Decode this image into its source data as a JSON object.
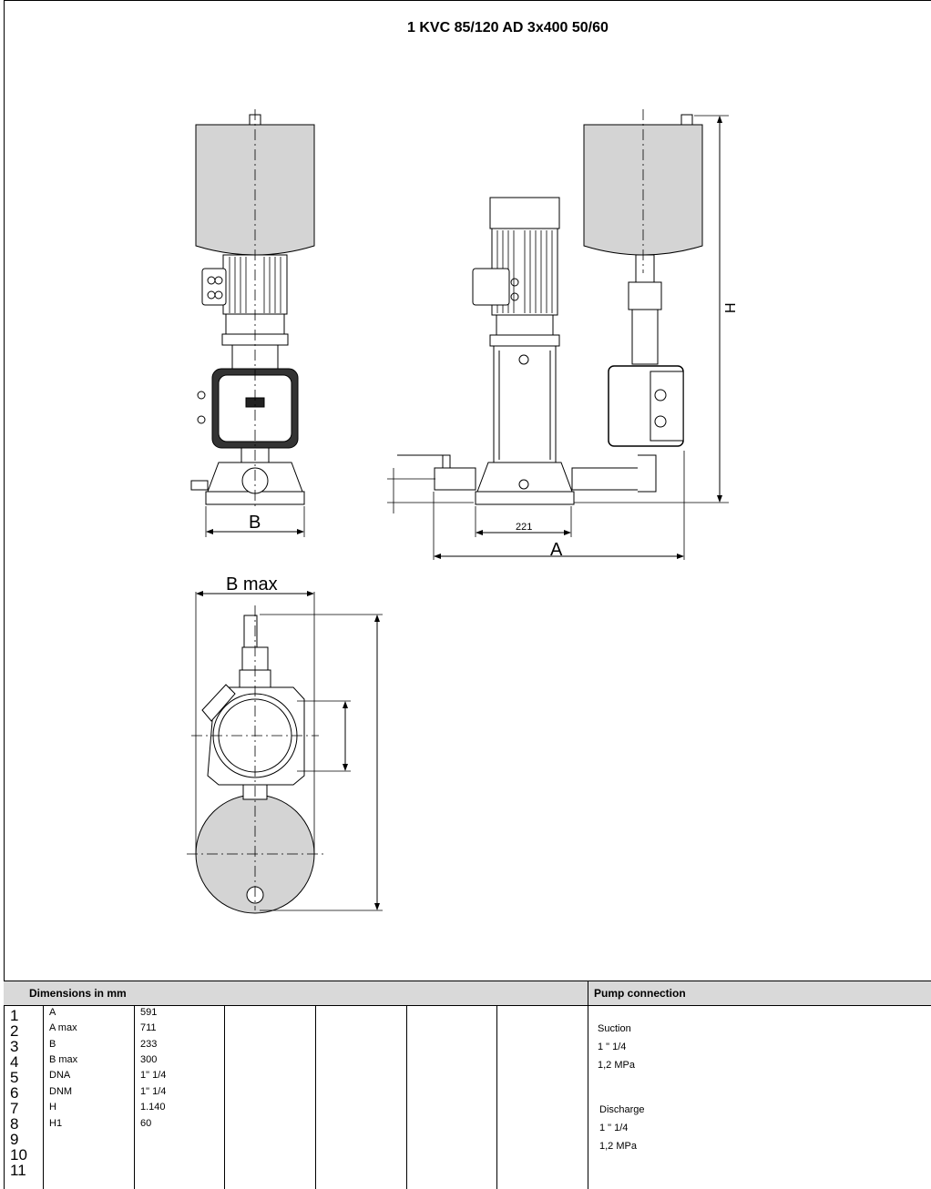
{
  "title": "1 KVC 85/120 AD 3x400 50/60",
  "drawing": {
    "labels": {
      "b": "B",
      "a": "A",
      "h": "H",
      "b_max": "B max",
      "dim_221": "221"
    }
  },
  "table": {
    "dimensions_header": "Dimensions in  mm",
    "connection_header": "Pump connection",
    "row_numbers": [
      "1",
      "2",
      "3",
      "4",
      "5",
      "6",
      "7",
      "8",
      "9",
      "10",
      "11"
    ],
    "rows": [
      {
        "name": "A",
        "value": "591"
      },
      {
        "name": "A max",
        "value": "711"
      },
      {
        "name": "B",
        "value": "233"
      },
      {
        "name": "B max",
        "value": "300"
      },
      {
        "name": "DNA",
        "value": "1\" 1/4"
      },
      {
        "name": "DNM",
        "value": "1\" 1/4"
      },
      {
        "name": "H",
        "value": "1.140"
      },
      {
        "name": "H1",
        "value": "60"
      }
    ],
    "connection": {
      "suction_label": "Suction",
      "suction_size": "1 \" 1/4",
      "suction_pressure": "1,2 MPa",
      "discharge_label": "Discharge",
      "discharge_size": "1 \" 1/4",
      "discharge_pressure": "1,2 MPa"
    }
  }
}
